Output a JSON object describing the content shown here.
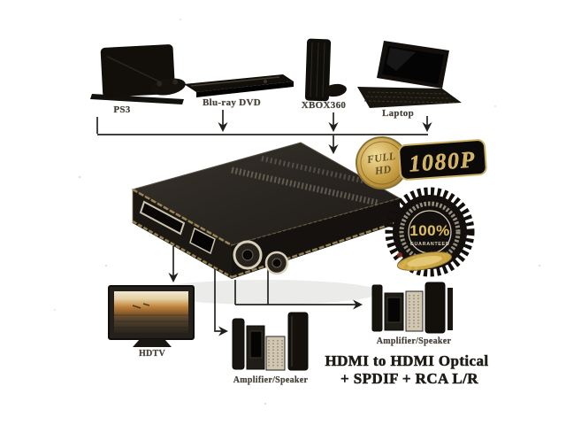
{
  "devices": {
    "ps3": {
      "label": "PS3"
    },
    "bluray": {
      "label": "Blu-ray DVD"
    },
    "xbox": {
      "label": "XBOX360"
    },
    "laptop": {
      "label": "Laptop"
    }
  },
  "outputs": {
    "hdtv": {
      "label": "HDTV"
    },
    "amp_center": {
      "label": "Amplifier/Speaker"
    },
    "amp_right": {
      "label": "Amplifier/Speaker"
    }
  },
  "badges": {
    "fullhd": {
      "word1": "FULL",
      "word2": "HD",
      "resolution": "1080P"
    },
    "seal": {
      "percent": "100%",
      "sub": "GUARANTEED"
    }
  },
  "caption": {
    "line1": "HDMI to HDMI Optical",
    "line2": "+ SPDIF + RCA L/R"
  },
  "colors": {
    "gold": "#c9a84c",
    "device_black": "#16130f",
    "screen_orange": "#c08036",
    "background": "#fdfdfc"
  }
}
